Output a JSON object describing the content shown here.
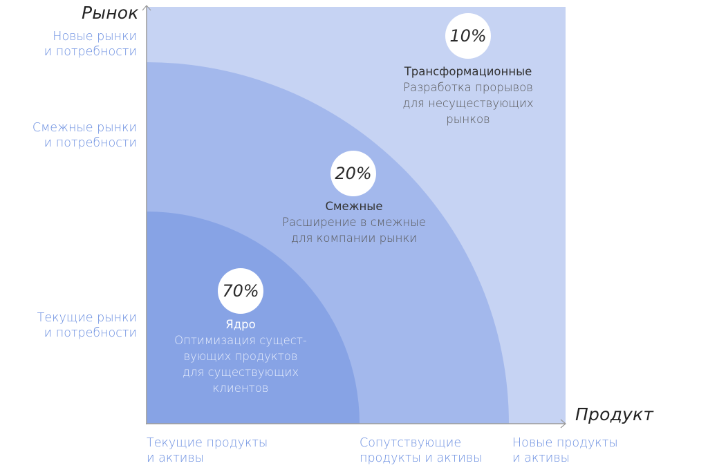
{
  "axes": {
    "y_title": "Рынок",
    "x_title": "Продукт",
    "y_ticks": [
      {
        "line1": "Новые рынки",
        "line2": "и потребности"
      },
      {
        "line1": "Смежные рынки",
        "line2": "и потребности"
      },
      {
        "line1": "Текущие рынки",
        "line2": "и потребности"
      }
    ],
    "x_ticks": [
      {
        "line1": "Текущие продукты",
        "line2": "и активы"
      },
      {
        "line1": "Сопутствующие",
        "line2": "продукты и активы"
      },
      {
        "line1": "Новые продукты",
        "line2": "и активы"
      }
    ]
  },
  "zones": [
    {
      "percent": "70%",
      "name": "Ядро",
      "desc": [
        "Оптимизация сущест-",
        "вующих продуктов",
        "для существующих",
        "клиентов"
      ],
      "color": "#87A3E5"
    },
    {
      "percent": "20%",
      "name": "Смежные",
      "desc": [
        "Расширение в смежные",
        "для компании рынки"
      ],
      "color": "#A3B8EC"
    },
    {
      "percent": "10%",
      "name": "Трансформационные",
      "desc": [
        "Разработка прорывов",
        "для несуществующих",
        "рынков"
      ],
      "color": "#C6D3F3"
    }
  ],
  "colors": {
    "tick_text": "#6A8EE0",
    "axis_line": "#9A9A9A"
  }
}
